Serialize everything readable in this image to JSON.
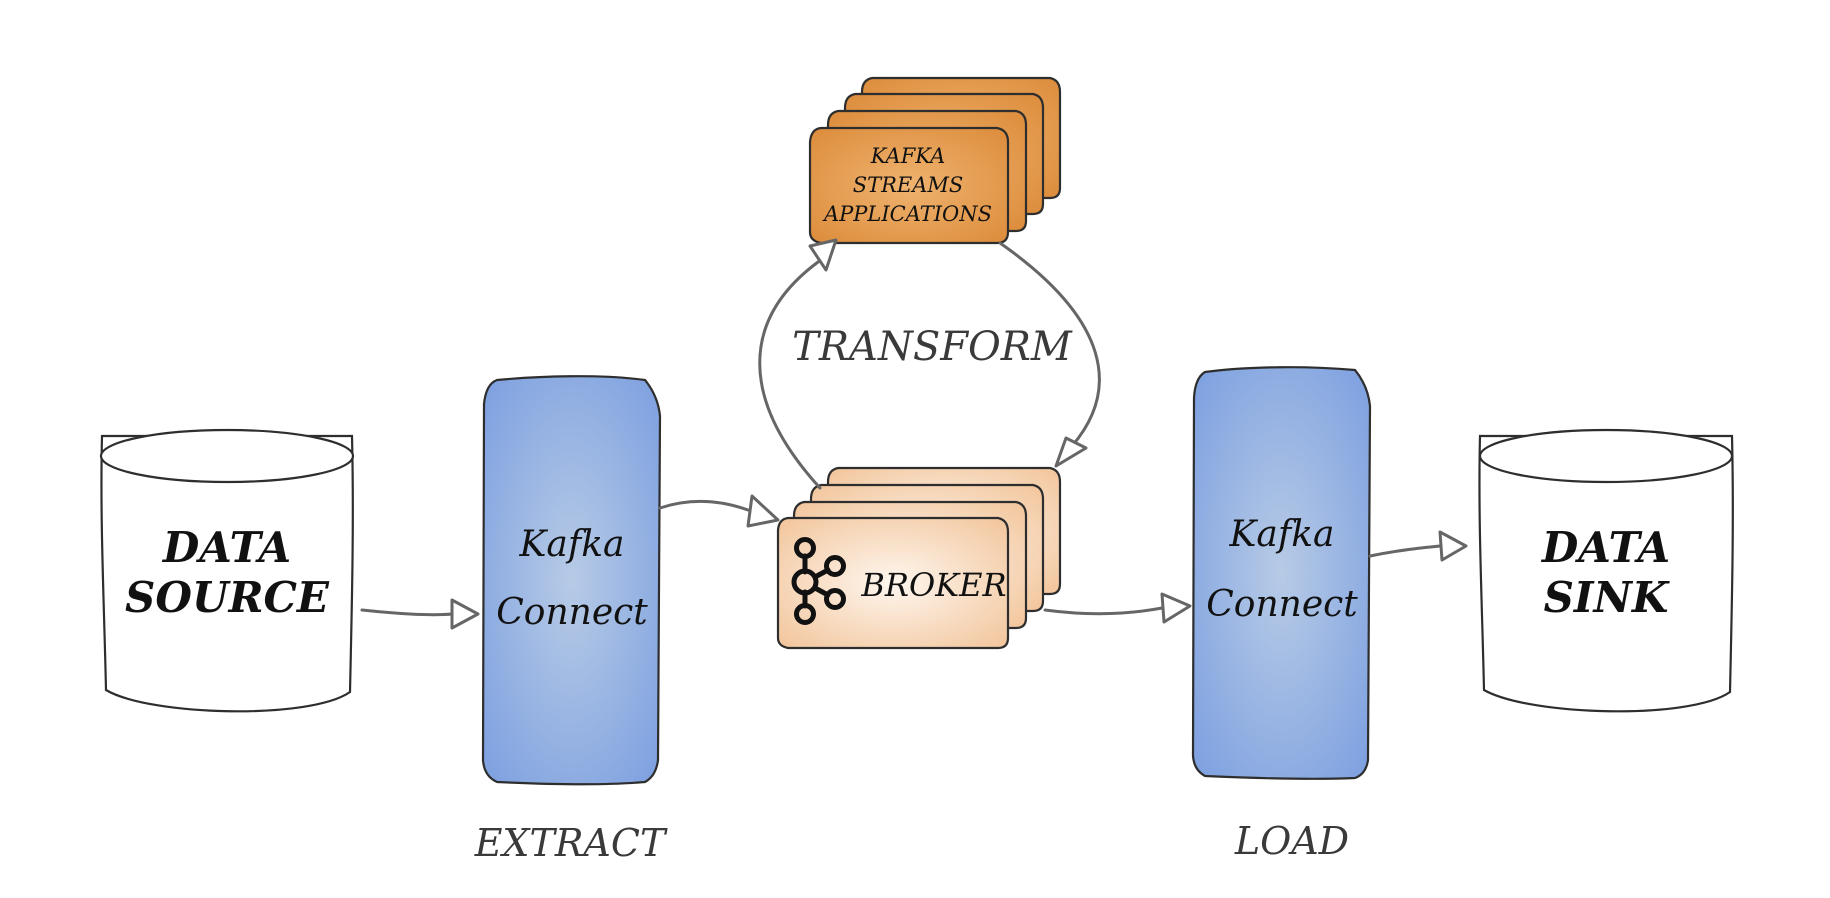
{
  "data_source": {
    "line1": "DATA",
    "line2": "SOURCE"
  },
  "data_sink": {
    "line1": "DATA",
    "line2": "SINK"
  },
  "connect_extract": {
    "line1": "Kafka",
    "line2": "Connect"
  },
  "connect_load": {
    "line1": "Kafka",
    "line2": "Connect"
  },
  "streams": {
    "line1": "KAFKA",
    "line2": "STREAMS",
    "line3": "APPLICATIONS"
  },
  "broker": {
    "label": "BROKER",
    "icon": "kafka-logo-icon"
  },
  "stages": {
    "extract": "EXTRACT",
    "transform": "TRANSFORM",
    "load": "LOAD"
  },
  "colors": {
    "connect_blue_center": "#b4c9e6",
    "connect_blue_edge": "#7c9fe0",
    "streams_orange_center": "#eeb06a",
    "streams_orange_edge": "#de8f3e",
    "broker_peach_center": "#fdf3ea",
    "broker_peach_edge": "#f3c9a1",
    "arrow_gray": "#666666"
  }
}
